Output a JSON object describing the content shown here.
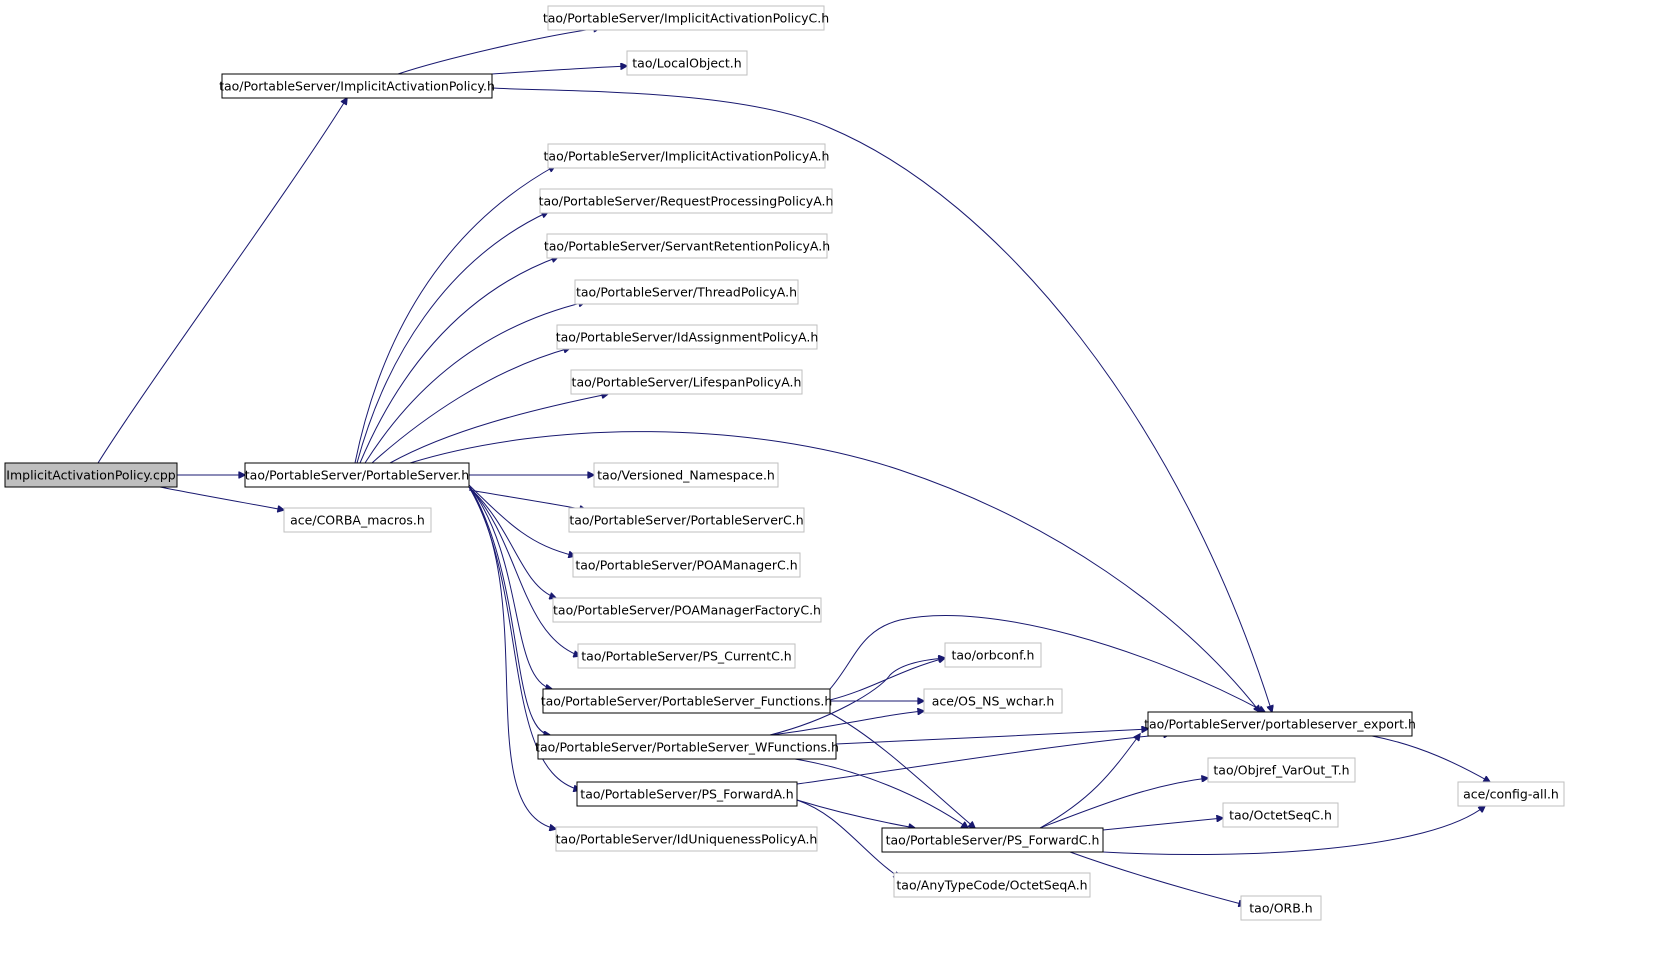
{
  "colors": {
    "edge": "#191970",
    "root_fill": "#bfbfbf",
    "documented_border": "#000000",
    "undocumented_border": "#bfbfbf",
    "background": "#ffffff"
  },
  "nodes": [
    {
      "id": "root",
      "label": "ImplicitActivationPolicy.cpp",
      "kind": "root"
    },
    {
      "id": "iap_h",
      "label": "tao/PortableServer/ImplicitActivationPolicy.h",
      "kind": "documented"
    },
    {
      "id": "iapc",
      "label": "tao/PortableServer/ImplicitActivationPolicyC.h",
      "kind": "external"
    },
    {
      "id": "localobj",
      "label": "tao/LocalObject.h",
      "kind": "external"
    },
    {
      "id": "iapa",
      "label": "tao/PortableServer/ImplicitActivationPolicyA.h",
      "kind": "external"
    },
    {
      "id": "rppa",
      "label": "tao/PortableServer/RequestProcessingPolicyA.h",
      "kind": "external"
    },
    {
      "id": "srpa",
      "label": "tao/PortableServer/ServantRetentionPolicyA.h",
      "kind": "external"
    },
    {
      "id": "tpa",
      "label": "tao/PortableServer/ThreadPolicyA.h",
      "kind": "external"
    },
    {
      "id": "idapa",
      "label": "tao/PortableServer/IdAssignmentPolicyA.h",
      "kind": "external"
    },
    {
      "id": "lspa",
      "label": "tao/PortableServer/LifespanPolicyA.h",
      "kind": "external"
    },
    {
      "id": "ps_h",
      "label": "tao/PortableServer/PortableServer.h",
      "kind": "documented"
    },
    {
      "id": "corba",
      "label": "ace/CORBA_macros.h",
      "kind": "external"
    },
    {
      "id": "vns",
      "label": "tao/Versioned_Namespace.h",
      "kind": "external"
    },
    {
      "id": "psc",
      "label": "tao/PortableServer/PortableServerC.h",
      "kind": "external"
    },
    {
      "id": "poamc",
      "label": "tao/PortableServer/POAManagerC.h",
      "kind": "external"
    },
    {
      "id": "poamfc",
      "label": "tao/PortableServer/POAManagerFactoryC.h",
      "kind": "external"
    },
    {
      "id": "pscur",
      "label": "tao/PortableServer/PS_CurrentC.h",
      "kind": "external"
    },
    {
      "id": "orbconf",
      "label": "tao/orbconf.h",
      "kind": "external"
    },
    {
      "id": "psf",
      "label": "tao/PortableServer/PortableServer_Functions.h",
      "kind": "documented"
    },
    {
      "id": "osns",
      "label": "ace/OS_NS_wchar.h",
      "kind": "external"
    },
    {
      "id": "pse",
      "label": "tao/PortableServer/portableserver_export.h",
      "kind": "documented"
    },
    {
      "id": "pswf",
      "label": "tao/PortableServer/PortableServer_WFunctions.h",
      "kind": "documented"
    },
    {
      "id": "objref",
      "label": "tao/Objref_VarOut_T.h",
      "kind": "external"
    },
    {
      "id": "cfg",
      "label": "ace/config-all.h",
      "kind": "external"
    },
    {
      "id": "psfa",
      "label": "tao/PortableServer/PS_ForwardA.h",
      "kind": "documented"
    },
    {
      "id": "octc",
      "label": "tao/OctetSeqC.h",
      "kind": "external"
    },
    {
      "id": "idupa",
      "label": "tao/PortableServer/IdUniquenessPolicyA.h",
      "kind": "external"
    },
    {
      "id": "psfc",
      "label": "tao/PortableServer/PS_ForwardC.h",
      "kind": "documented"
    },
    {
      "id": "anyoct",
      "label": "tao/AnyTypeCode/OctetSeqA.h",
      "kind": "external"
    },
    {
      "id": "orb",
      "label": "tao/ORB.h",
      "kind": "external"
    }
  ],
  "edges": [
    [
      "root",
      "iap_h"
    ],
    [
      "root",
      "ps_h"
    ],
    [
      "root",
      "corba"
    ],
    [
      "iap_h",
      "iapc"
    ],
    [
      "iap_h",
      "localobj"
    ],
    [
      "iap_h",
      "pse"
    ],
    [
      "ps_h",
      "iapa"
    ],
    [
      "ps_h",
      "rppa"
    ],
    [
      "ps_h",
      "srpa"
    ],
    [
      "ps_h",
      "tpa"
    ],
    [
      "ps_h",
      "idapa"
    ],
    [
      "ps_h",
      "lspa"
    ],
    [
      "ps_h",
      "pse"
    ],
    [
      "ps_h",
      "vns"
    ],
    [
      "ps_h",
      "psc"
    ],
    [
      "ps_h",
      "poamc"
    ],
    [
      "ps_h",
      "poamfc"
    ],
    [
      "ps_h",
      "pscur"
    ],
    [
      "ps_h",
      "psf"
    ],
    [
      "ps_h",
      "pswf"
    ],
    [
      "ps_h",
      "psfa"
    ],
    [
      "ps_h",
      "idupa"
    ],
    [
      "psf",
      "orbconf"
    ],
    [
      "psf",
      "osns"
    ],
    [
      "psf",
      "pse"
    ],
    [
      "psf",
      "psfc"
    ],
    [
      "pswf",
      "orbconf"
    ],
    [
      "pswf",
      "osns"
    ],
    [
      "pswf",
      "pse"
    ],
    [
      "pswf",
      "psfc"
    ],
    [
      "psfa",
      "pse"
    ],
    [
      "psfa",
      "psfc"
    ],
    [
      "psfa",
      "anyoct"
    ],
    [
      "psfc",
      "pse"
    ],
    [
      "psfc",
      "objref"
    ],
    [
      "psfc",
      "octc"
    ],
    [
      "psfc",
      "cfg"
    ],
    [
      "psfc",
      "orb"
    ],
    [
      "pse",
      "cfg"
    ]
  ]
}
